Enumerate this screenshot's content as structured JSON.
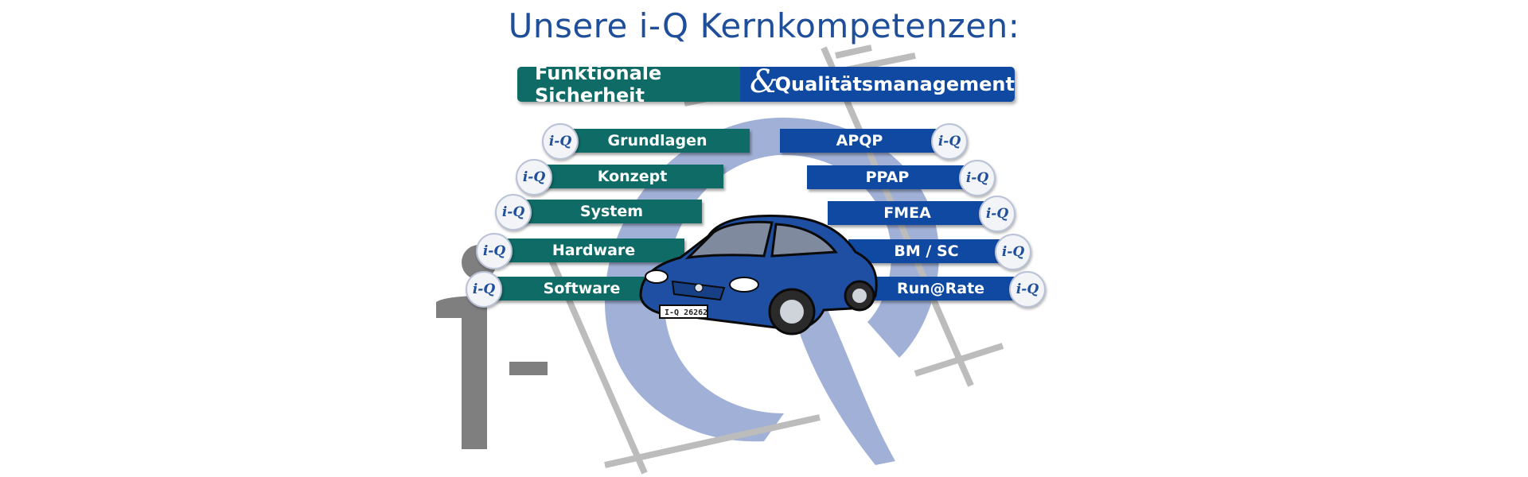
{
  "title": "Unsere i-Q Kernkompetenzen:",
  "banner": {
    "left_label": "Funktionale Sicherheit",
    "ampersand": "&",
    "right_label": "Qualitätsmanagement"
  },
  "left_items": [
    {
      "label": "Grundlagen"
    },
    {
      "label": "Konzept"
    },
    {
      "label": "System"
    },
    {
      "label": "Hardware"
    },
    {
      "label": "Software"
    }
  ],
  "right_items": [
    {
      "label": "APQP"
    },
    {
      "label": "PPAP"
    },
    {
      "label": "FMEA"
    },
    {
      "label": "BM / SC"
    },
    {
      "label": "Run@Rate"
    }
  ],
  "logo_mark": "i-Q",
  "car": {
    "plate": "I-Q 26262",
    "color": "#1e4fa3"
  },
  "colors": {
    "title": "#1f4e9a",
    "teal": "#0f6b66",
    "blue": "#1049a1",
    "watermark_q": "#8fa2cf",
    "watermark_i": "#7f7f7f"
  }
}
